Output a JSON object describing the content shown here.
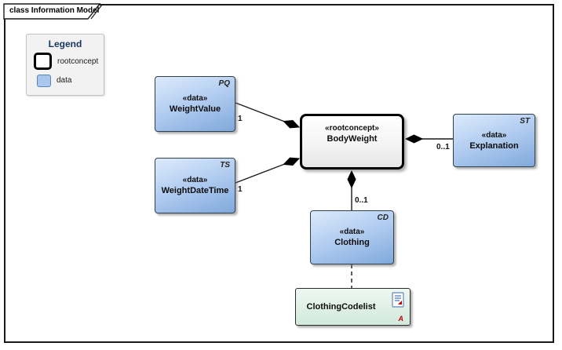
{
  "frame": {
    "title": "class Information Model"
  },
  "legend": {
    "title": "Legend",
    "items": [
      {
        "label": "rootconcept"
      },
      {
        "label": "data"
      }
    ]
  },
  "nodes": {
    "weightValue": {
      "tag": "PQ",
      "stereotype": "«data»",
      "name": "WeightValue"
    },
    "weightDateTime": {
      "tag": "TS",
      "stereotype": "«data»",
      "name": "WeightDateTime"
    },
    "bodyWeight": {
      "stereotype": "«rootconcept»",
      "name": "BodyWeight"
    },
    "explanation": {
      "tag": "ST",
      "stereotype": "«data»",
      "name": "Explanation"
    },
    "clothing": {
      "tag": "CD",
      "stereotype": "«data»",
      "name": "Clothing"
    },
    "clothingCodelist": {
      "name": "ClothingCodelist",
      "badge": "A",
      "icon": "linked-document-icon"
    }
  },
  "connectors": {
    "weightValue_bodyWeight": {
      "type": "composition",
      "label": "1"
    },
    "weightDateTime_bodyWeight": {
      "type": "composition",
      "label": "1"
    },
    "bodyWeight_explanation": {
      "type": "composition",
      "label": "0..1"
    },
    "bodyWeight_clothing": {
      "type": "composition",
      "label": "0..1"
    },
    "clothing_clothingCodelist": {
      "type": "dependency-dashed",
      "label": ""
    }
  },
  "colors": {
    "data_fill_top": "#dcebfb",
    "data_fill_bottom": "#7fa9dc",
    "root_border": "#000000",
    "codelist_fill": "#d2e9dc",
    "legend_title": "#17375e",
    "badge_red": "#c00000",
    "line": "#1a1a1a"
  }
}
